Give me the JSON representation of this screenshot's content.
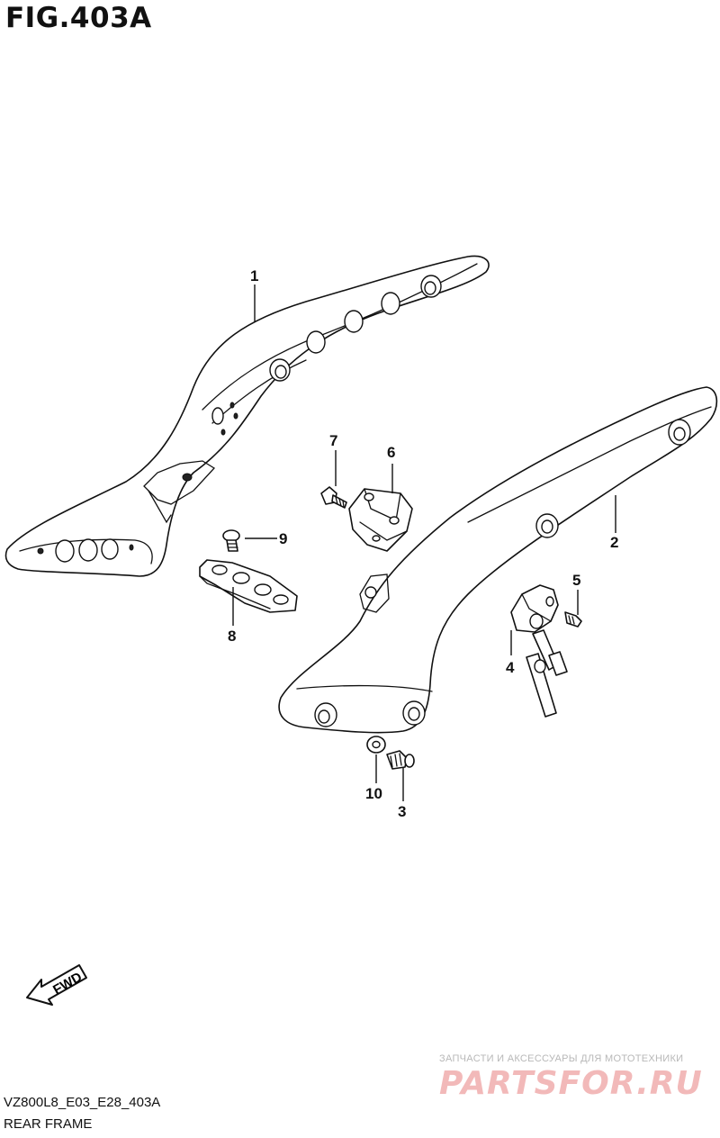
{
  "figure": {
    "title": "FIG.403A",
    "code": "VZ800L8_E03_E28_403A",
    "name": "REAR FRAME"
  },
  "fwd_arrow": {
    "label": "FWD",
    "icon": "fwd-arrow-icon"
  },
  "callouts": {
    "p1": "1",
    "p2": "2",
    "p3": "3",
    "p4": "4",
    "p5": "5",
    "p6": "6",
    "p7": "7",
    "p8": "8",
    "p9": "9",
    "p10": "10"
  },
  "watermark": {
    "subtitle": "ЗАПЧАСТИ И АКСЕССУАРЫ ДЛЯ МОТОТЕХНИКИ",
    "brand": "PARTSFOR.RU",
    "brand_color": "#f2b9b9"
  }
}
